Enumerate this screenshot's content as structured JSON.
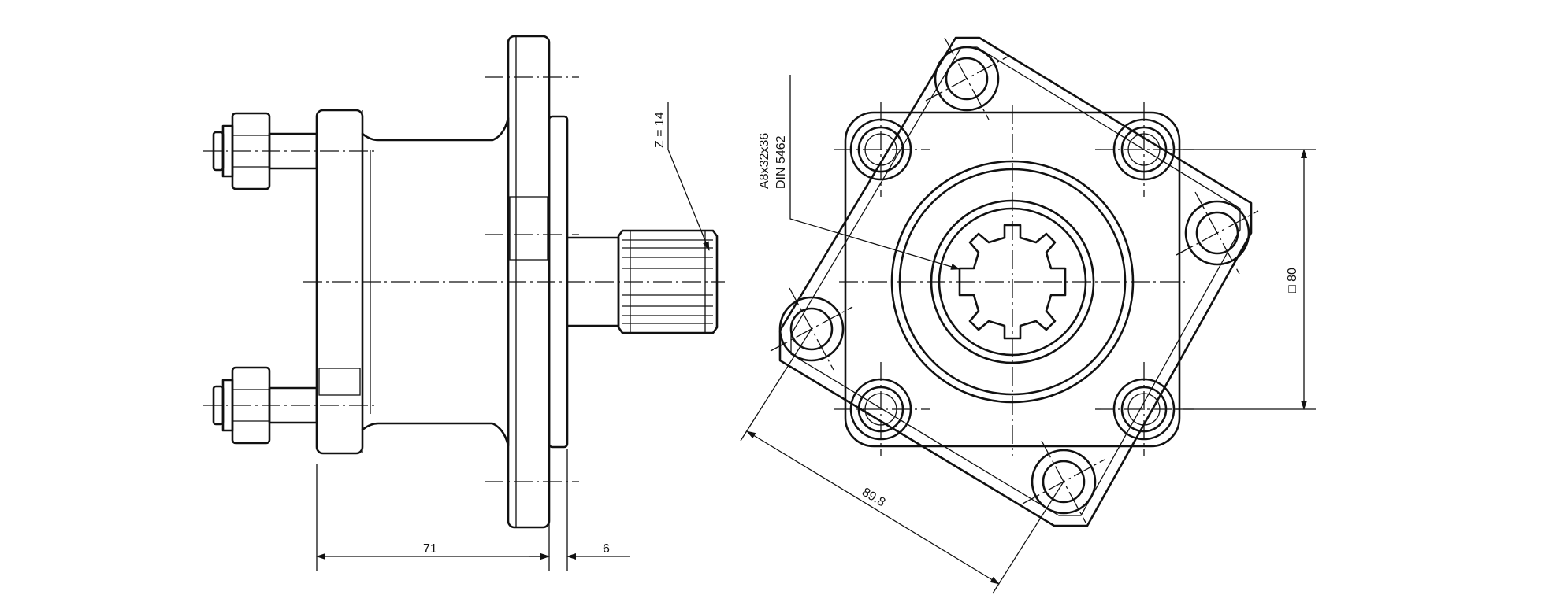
{
  "dimensions": {
    "length_71": "71",
    "length_6": "6",
    "square_80": "□ 80",
    "diag_89_8": "89.8"
  },
  "annotations": {
    "teeth": "Z = 14",
    "spline_line1": "A8x32x36",
    "spline_line2": "DIN 5462"
  },
  "colors": {
    "line": "#111111",
    "background": "#ffffff"
  }
}
